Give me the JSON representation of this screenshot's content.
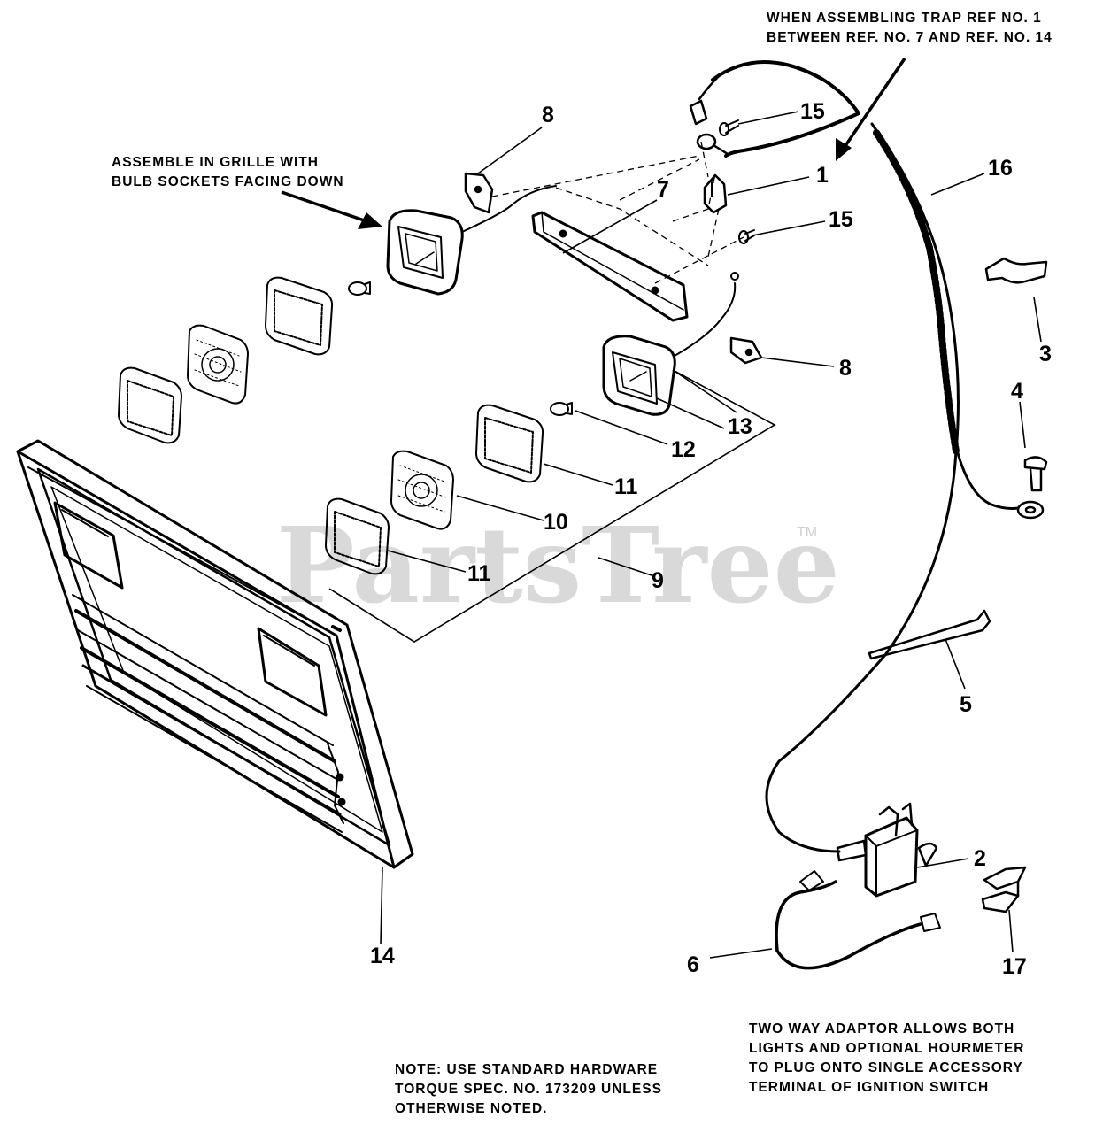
{
  "notes": {
    "trap_line1": "WHEN ASSEMBLING TRAP REF NO. 1",
    "trap_line2": "BETWEEN REF. NO. 7  AND REF. NO. 14",
    "grille_line1": "ASSEMBLE IN GRILLE WITH",
    "grille_line2": "BULB SOCKETS FACING DOWN",
    "hardware_line1": "NOTE:  USE STANDARD HARDWARE",
    "hardware_line2": "TORQUE SPEC. NO. 173209 UNLESS",
    "hardware_line3": "OTHERWISE NOTED.",
    "adaptor_line1": "TWO WAY ADAPTOR ALLOWS BOTH",
    "adaptor_line2": "LIGHTS AND OPTIONAL HOURMETER",
    "adaptor_line3": "TO PLUG ONTO SINGLE ACCESSORY",
    "adaptor_line4": "TERMINAL OF IGNITION SWITCH"
  },
  "watermark": {
    "text": "PartsTree",
    "tm": "TM"
  },
  "callouts": {
    "c1": "1",
    "c2": "2",
    "c3": "3",
    "c4": "4",
    "c5": "5",
    "c6": "6",
    "c7": "7",
    "c8a": "8",
    "c8b": "8",
    "c9": "9",
    "c10": "10",
    "c11a": "11",
    "c11b": "11",
    "c12": "12",
    "c13": "13",
    "c14": "14",
    "c15a": "15",
    "c15b": "15",
    "c16": "16",
    "c17": "17"
  },
  "colors": {
    "ink": "#000000",
    "background": "#ffffff",
    "watermark": "#d9d9d9"
  }
}
